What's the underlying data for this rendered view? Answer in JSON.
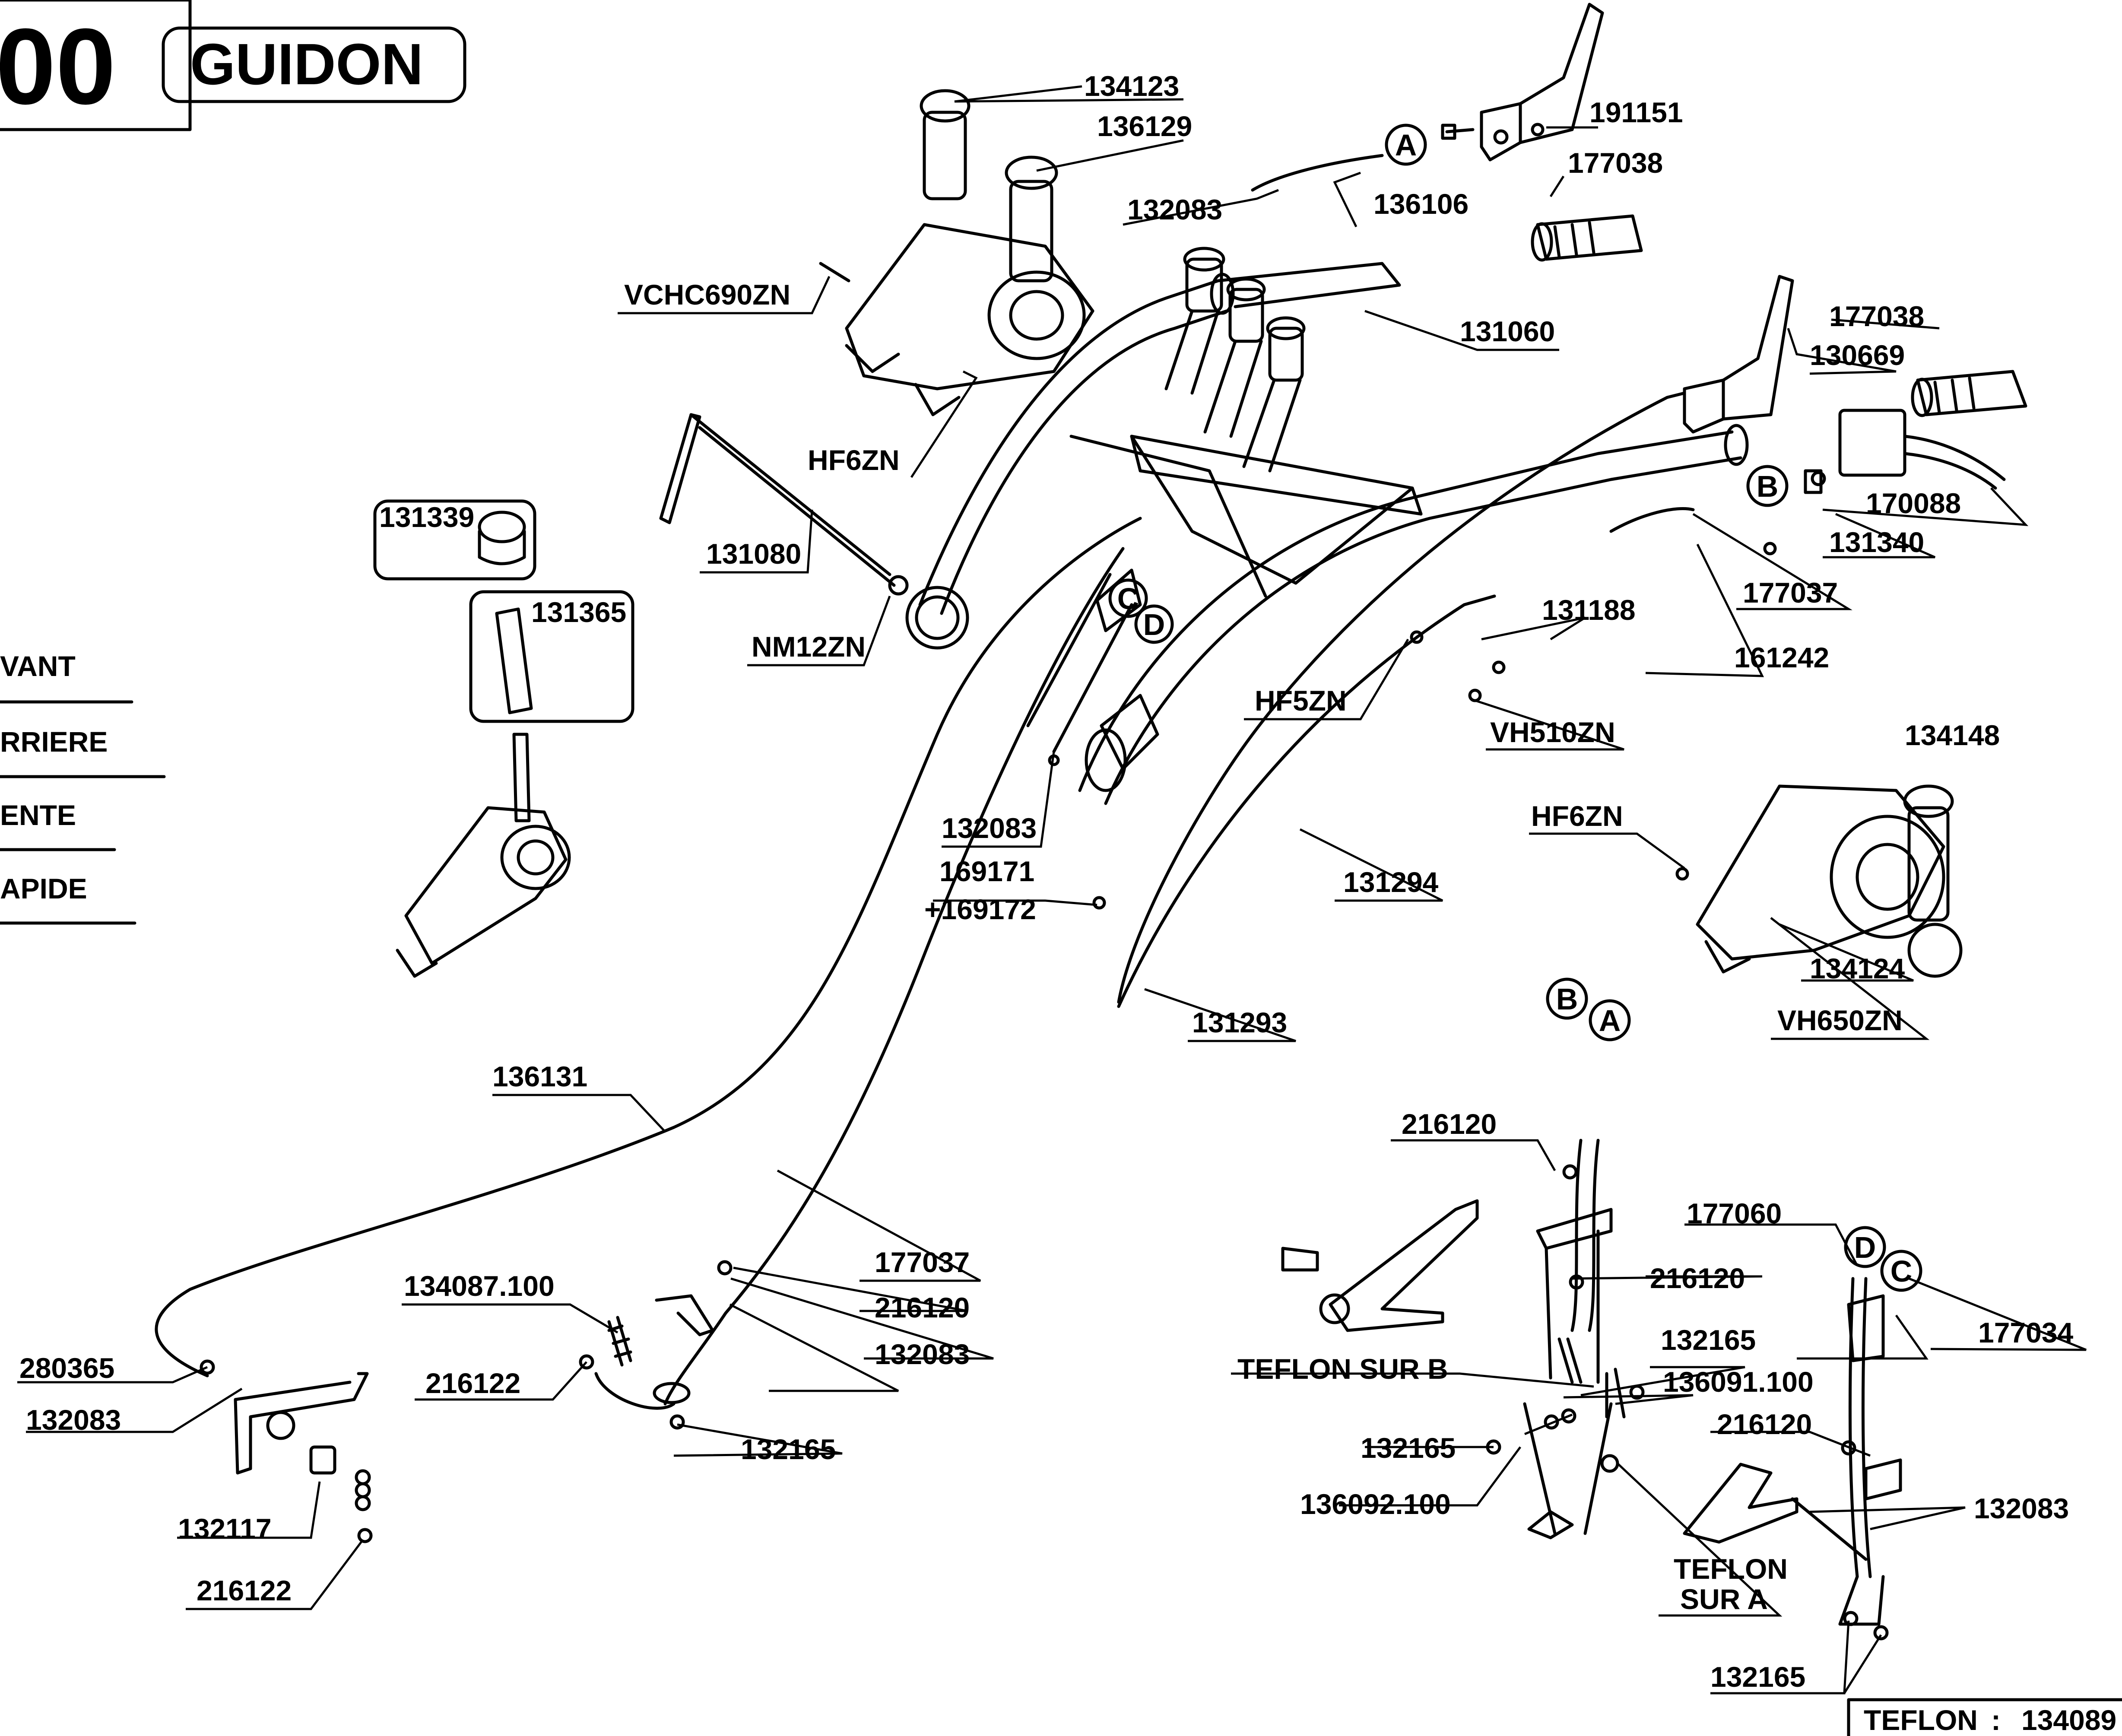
{
  "header": {
    "page_number": "00",
    "title": "GUIDON"
  },
  "legend_items": [
    "VANT",
    "RRIERE",
    "ENTE",
    "APIDE"
  ],
  "footer": {
    "label": "TEFLON",
    "separator": ":",
    "value": "134089"
  },
  "callouts": [
    "A",
    "B",
    "C",
    "D",
    "B",
    "A",
    "D",
    "C"
  ],
  "parts": [
    "134123",
    "136129",
    "191151",
    "132083",
    "136106",
    "177038",
    "VCHC690ZN",
    "131060",
    "177038",
    "130669",
    "HF6ZN",
    "131080",
    "170088",
    "131339",
    "131340",
    "131365",
    "NM12ZN",
    "177037",
    "161242",
    "131188",
    "HF5ZN",
    "VH510ZN",
    "132083",
    "169171",
    "+169172",
    "134148",
    "HF6ZN",
    "131294",
    "134124",
    "VH650ZN",
    "131293",
    "136131",
    "216120",
    "177060",
    "216120",
    "177037",
    "216120",
    "132083",
    "134087.100",
    "TEFLON SUR B",
    "132165",
    "177034",
    "280365",
    "136091.100",
    "132083",
    "216122",
    "132165",
    "216120",
    "136092.100",
    "132083",
    "132165",
    "132117",
    "TEFLON",
    "SUR A",
    "216122",
    "132165"
  ]
}
